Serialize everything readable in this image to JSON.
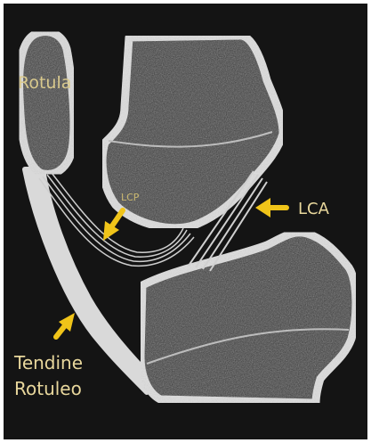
{
  "labels": {
    "rotula": "Rotula",
    "lcp": "LCP",
    "lca": "LCA",
    "tendine_line1": "Tendine",
    "tendine_line2": "Rotuleo"
  },
  "colors": {
    "background": "#141414",
    "bone_fill": "#3a3a3a",
    "bone_outline": "#d8d8d8",
    "arrow": "#f0c419",
    "label_text": "#e8d79c"
  }
}
